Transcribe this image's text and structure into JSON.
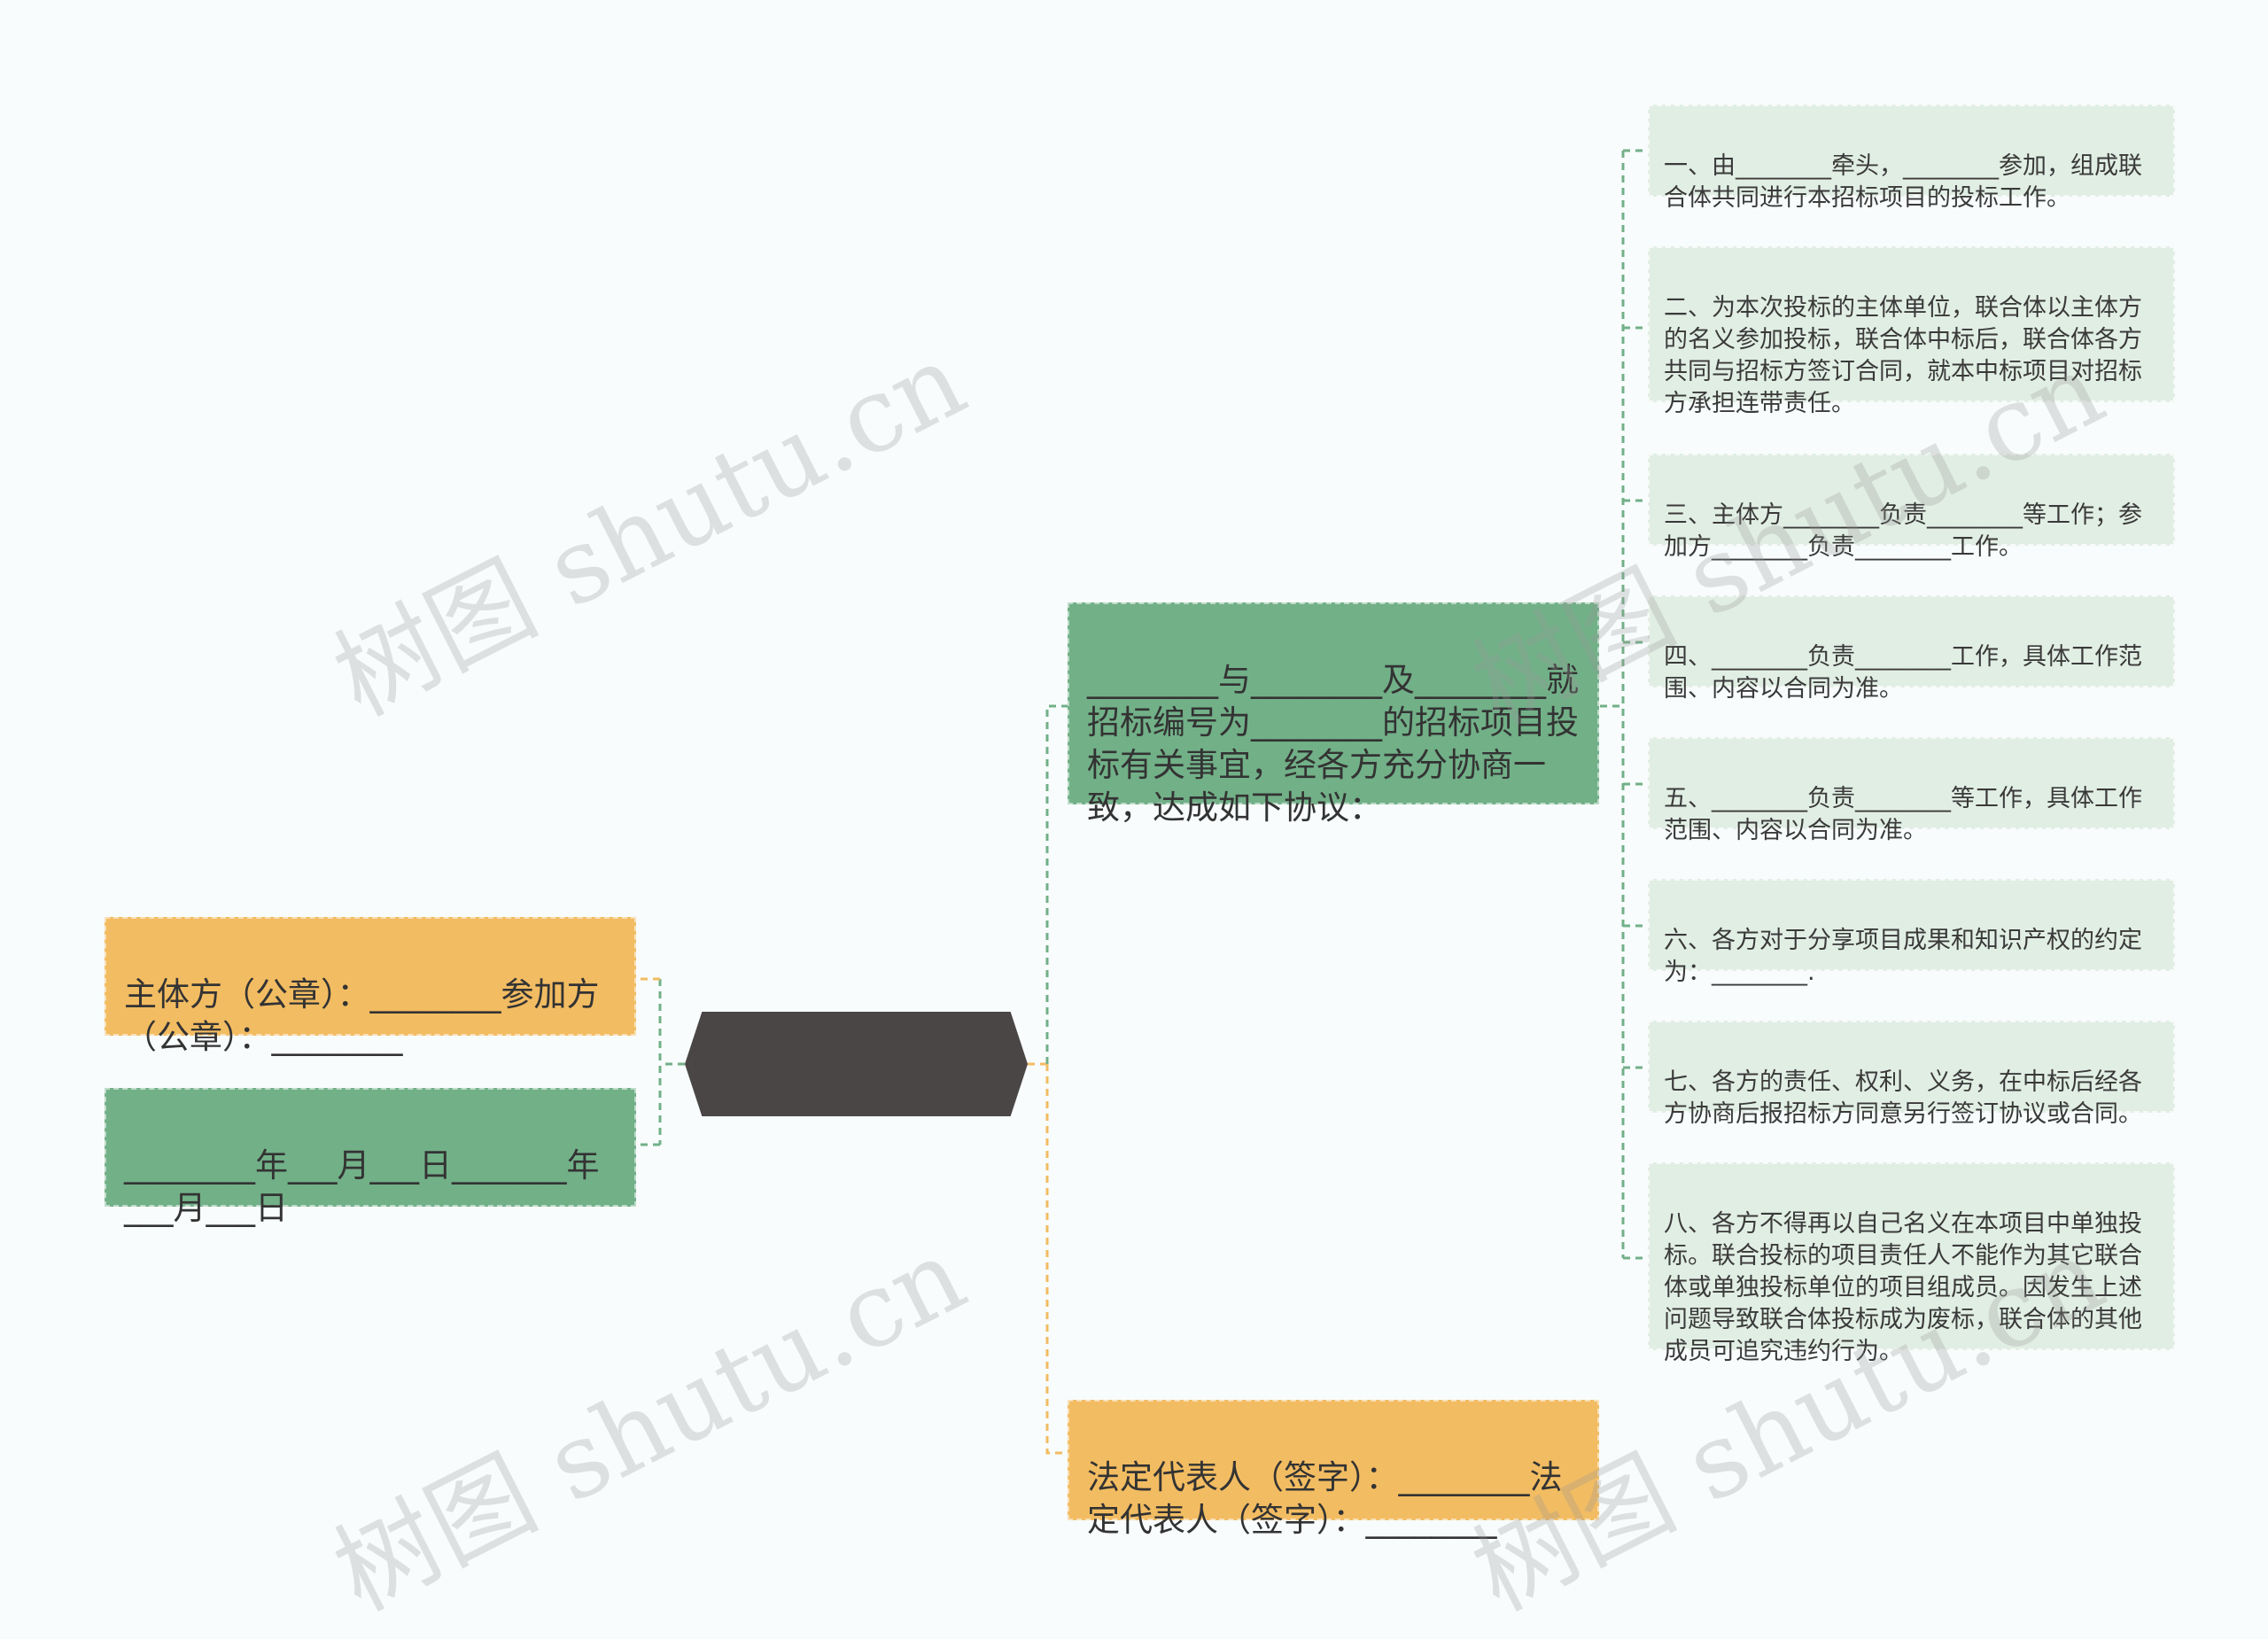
{
  "root": {
    "title": "联合投标协议书"
  },
  "left": [
    {
      "text": "主体方（公章）：________参加方（公章）：________",
      "color": "orange"
    },
    {
      "text": "________年___月___日_______年___月___日",
      "color": "green"
    }
  ],
  "right": {
    "intro": "________与________及________就招标编号为________的招标项目投标有关事宜，经各方充分协商一致，达成如下协议：",
    "signature": "法定代表人（签字）：________法定代表人（签字）：________",
    "clauses": [
      "一、由________牵头，________参加，组成联合体共同进行本招标项目的投标工作。",
      "二、为本次投标的主体单位，联合体以主体方的名义参加投标，联合体中标后，联合体各方共同与招标方签订合同，就本中标项目对招标方承担连带责任。",
      "三、主体方________负责________等工作；参加方________负责________工作。",
      "四、________负责________工作，具体工作范围、内容以合同为准。",
      "五、________负责________等工作，具体工作范围、内容以合同为准。",
      "六、各方对于分享项目成果和知识产权的约定为：________.",
      "七、各方的责任、权利、义务，在中标后经各方协商后报招标方同意另行签订协议或合同。",
      "八、各方不得再以自己名义在本项目中单独投标。联合投标的项目责任人不能作为其它联合体或单独投标单位的项目组成员。因发生上述问题导致联合体投标成为废标，联合体的其他成员可追究违约行为。"
    ]
  },
  "watermarks": [
    "树图 shutu.cn",
    "树图 shutu.cn",
    "树图 shutu.cn",
    "树图 shutu.cn"
  ],
  "colors": {
    "background": "#f8fcfc",
    "root": "#4a4646",
    "green": "#72b088",
    "orange": "#f2bc62",
    "leaf": "#e1eee4",
    "green_line": "#72b088",
    "orange_line": "#f2bc62"
  }
}
